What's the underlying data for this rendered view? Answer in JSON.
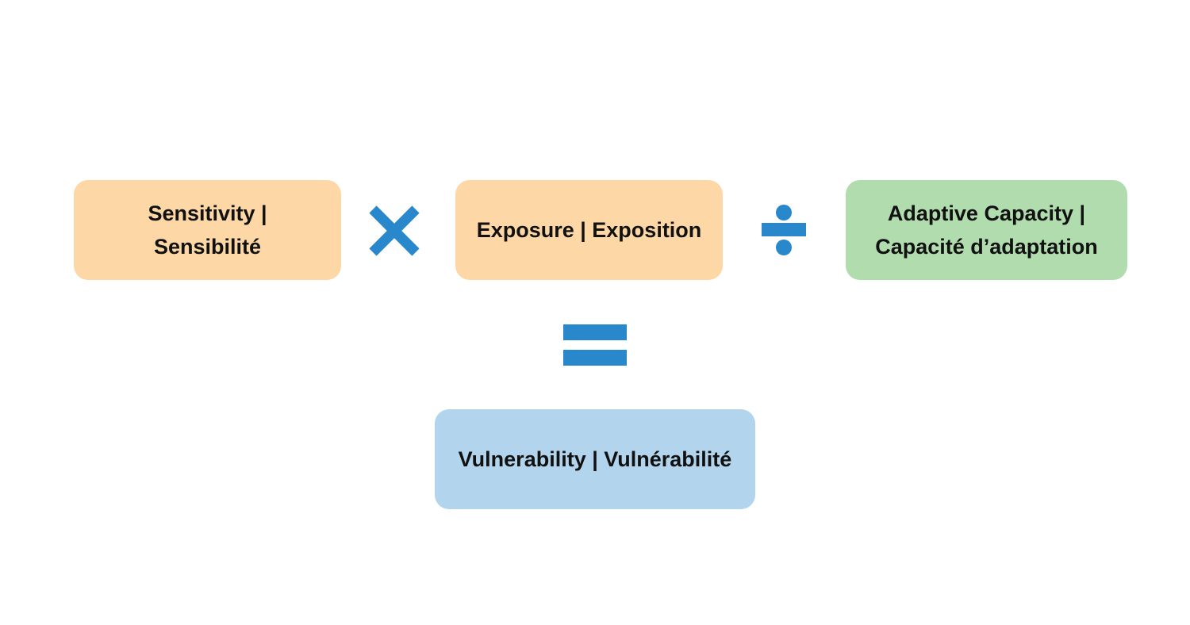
{
  "colors": {
    "orange_box": "#fdd8a6",
    "green_box": "#b0dcae",
    "blue_box": "#b2d4ec",
    "operator": "#2888cb"
  },
  "formula": {
    "sensitivity": {
      "line1": "Sensitivity |",
      "line2": "Sensibilité"
    },
    "exposure": {
      "line1": "Exposure | Exposition"
    },
    "adaptive_capacity": {
      "line1": "Adaptive Capacity |",
      "line2": "Capacité d’adaptation"
    },
    "vulnerability": {
      "line1": "Vulnerability | Vulnérabilité"
    }
  },
  "operators": {
    "multiply": "multiply-icon",
    "divide": "divide-icon",
    "equals": "equals-icon"
  }
}
